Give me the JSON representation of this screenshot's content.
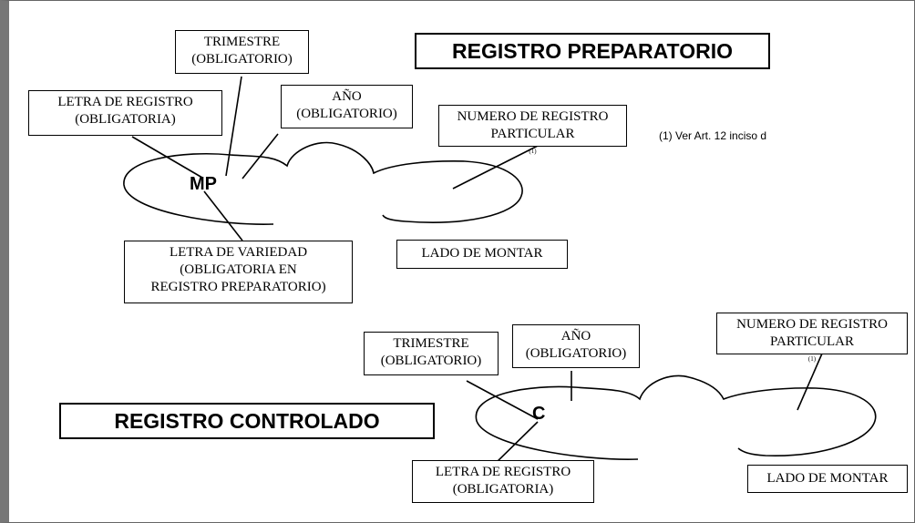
{
  "preparatorio": {
    "title": "REGISTRO PREPARATORIO",
    "trimestre": [
      "TRIMESTRE",
      "(OBLIGATORIO)"
    ],
    "letra_registro": [
      "LETRA DE REGISTRO",
      "(OBLIGATORIA)"
    ],
    "anio": [
      "AÑO",
      "(OBLIGATORIO)"
    ],
    "numero": [
      "NUMERO DE REGISTRO",
      "PARTICULAR"
    ],
    "numero_note_mark": "(1)",
    "footnote": "(1) Ver Art. 12 inciso d",
    "mark": "MP",
    "letra_variedad": [
      "LETRA DE VARIEDAD",
      "(OBLIGATORIA EN",
      "REGISTRO PREPARATORIO)"
    ],
    "lado": "LADO DE MONTAR"
  },
  "controlado": {
    "title": "REGISTRO CONTROLADO",
    "trimestre": [
      "TRIMESTRE",
      "(OBLIGATORIO)"
    ],
    "anio": [
      "AÑO",
      "(OBLIGATORIO)"
    ],
    "numero": [
      "NUMERO DE REGISTRO",
      "PARTICULAR"
    ],
    "numero_note_mark": "(1)",
    "mark": "C",
    "letra_registro": [
      "LETRA DE REGISTRO",
      "(OBLIGATORIA)"
    ],
    "lado": "LADO DE MONTAR"
  }
}
